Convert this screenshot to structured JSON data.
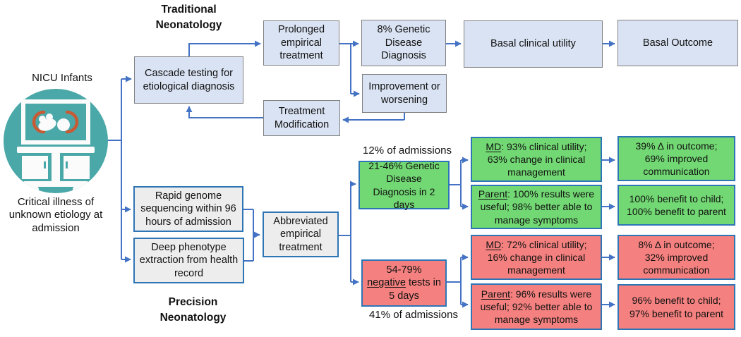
{
  "colors": {
    "accent": "#4472c4",
    "trad-fill": "#dae3f3",
    "trad-border": "#7f7f7f",
    "gray-fill": "#ededed",
    "blue-border": "#2e75b6",
    "green-fill": "#72d873",
    "red-fill": "#f4817f",
    "teal": "#4aa8a8",
    "orange": "#c75b35",
    "text": "#111111"
  },
  "headers": {
    "traditional": "Traditional Neonatology",
    "precision": "Precision Neonatology"
  },
  "source": {
    "nicu_label": "NICU Infants",
    "caption": "Critical illness of unknown etiology at admission",
    "icon": "nicu-incubator-icon"
  },
  "traditional": {
    "cascade": "Cascade testing for etiological diagnosis",
    "prolonged": "Prolonged empirical treatment",
    "genetic_diagnosis": "8% Genetic Disease Diagnosis",
    "basal_utility": "Basal clinical utility",
    "basal_outcome": "Basal Outcome",
    "improvement": "Improvement or worsening",
    "modification": "Treatment Modification"
  },
  "precision": {
    "rapid_genome": "Rapid genome sequencing within 96 hours of admission",
    "deep_phenotype": "Deep phenotype extraction from health record",
    "abbreviated": "Abbreviated empirical treatment"
  },
  "diagnosed_path": {
    "admissions": "12% of admissions",
    "result": "21-46% Genetic Disease Diagnosis in 2 days",
    "md": {
      "lead": "MD",
      "rest": ": 93% clinical utility; 63% change in clinical management"
    },
    "parent": {
      "lead": "Parent",
      "rest": ": 100% results were useful; 98% better able to manage symptoms"
    },
    "outcome": "39% Δ in outcome; 69% improved communication",
    "benefit": "100% benefit to child; 100% benefit to parent"
  },
  "negative_path": {
    "admissions": "41% of admissions",
    "result": {
      "pre": "54-79% ",
      "underline": "negative",
      "post": " tests in 5 days"
    },
    "md": {
      "lead": "MD",
      "rest": ": 72% clinical utility; 16% change in clinical management"
    },
    "parent": {
      "lead": "Parent",
      "rest": ": 96% results were useful; 92% better able to manage symptoms"
    },
    "outcome": "8% Δ in outcome; 32% improved communication",
    "benefit": "96% benefit to child; 97% benefit to parent"
  }
}
